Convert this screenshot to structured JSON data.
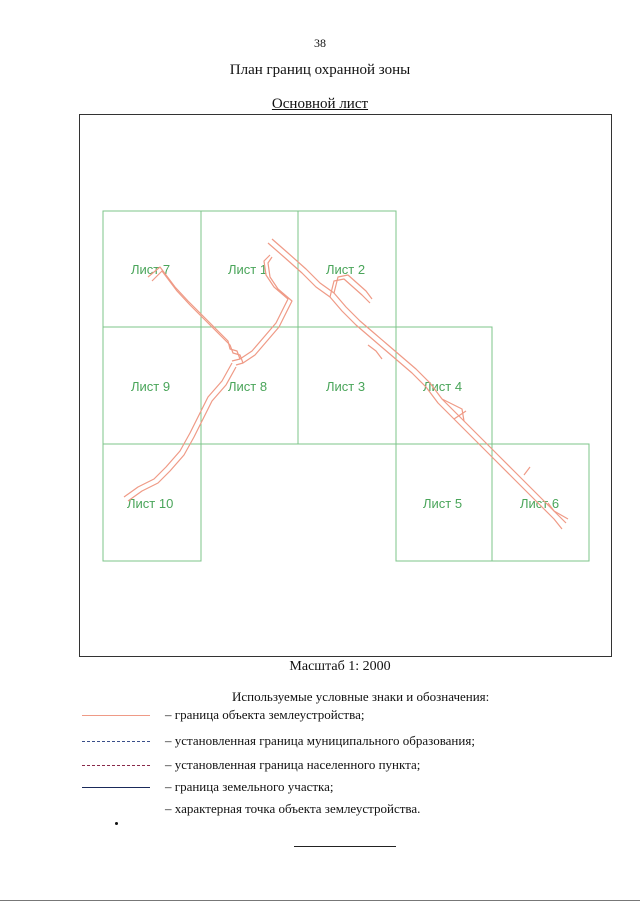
{
  "page_number": "38",
  "page_title": "План границ охранной зоны",
  "sheet_title": "Основной лист",
  "map": {
    "sheets": [
      {
        "label": "Лист 7"
      },
      {
        "label": "Лист 1"
      },
      {
        "label": "Лист 2"
      },
      {
        "label": "Лист 9"
      },
      {
        "label": "Лист 8"
      },
      {
        "label": "Лист 3"
      },
      {
        "label": "Лист 4"
      },
      {
        "label": "Лист 10"
      },
      {
        "label": "Лист 5"
      },
      {
        "label": "Лист 6"
      }
    ],
    "grid_color": "#7cc48a",
    "label_color": "#4aa55a",
    "route_color": "#ef9a86"
  },
  "scale": "Масштаб 1: 2000",
  "legend": {
    "title": "Используемые условные знаки и обозначения:",
    "items": [
      {
        "text": "– граница объекта землеустройства;",
        "color": "#ef9a86",
        "style": "solid"
      },
      {
        "text": "– установленная граница муниципального образования;",
        "color": "#3a4f8a",
        "style": "dash-dot"
      },
      {
        "text": "– установленная граница населенного пункта;",
        "color": "#8a2a4a",
        "style": "dash-dot"
      },
      {
        "text": "– граница земельного участка;",
        "color": "#1a2a5a",
        "style": "solid"
      },
      {
        "text": "– характерная точка объекта землеустройства.",
        "color": "#111111",
        "style": "point"
      }
    ]
  }
}
